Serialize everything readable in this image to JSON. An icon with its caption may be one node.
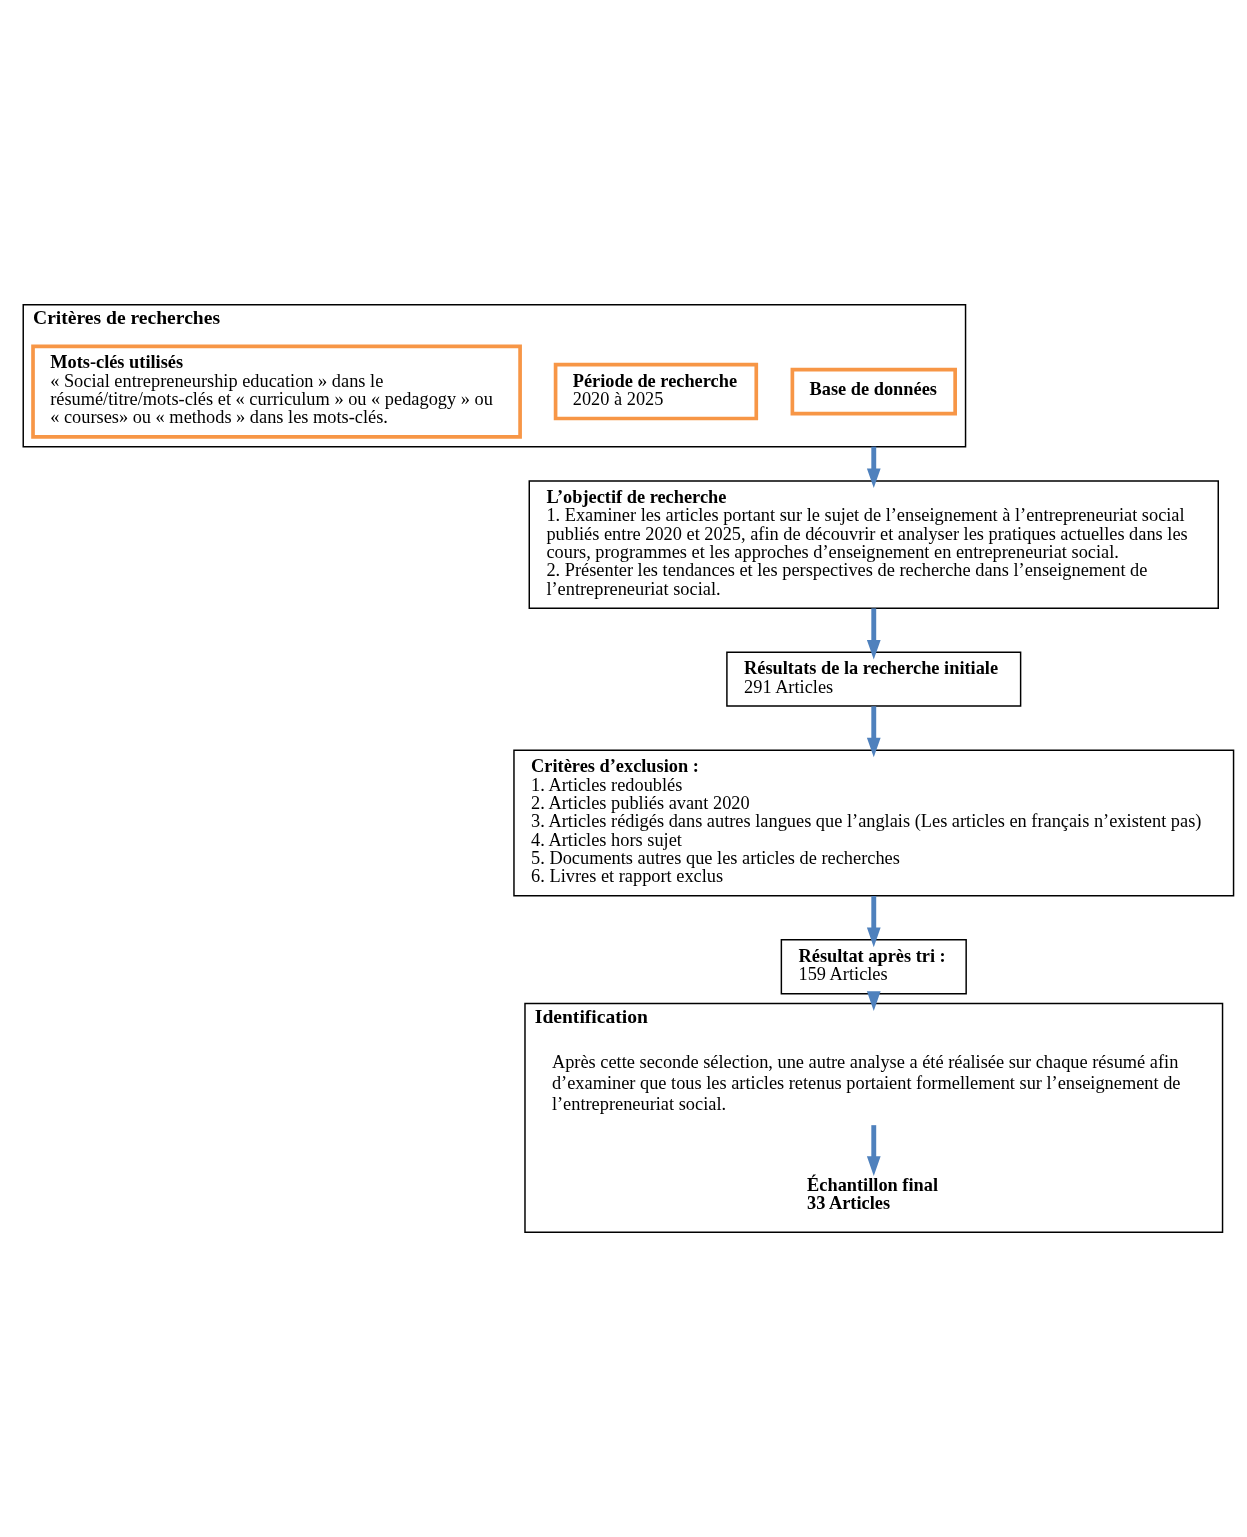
{
  "diagram": {
    "nodes": [
      {
        "text": [
          "Critères de recherches"
        ]
      },
      {
        "text": [
          "Base de données"
        ],
        "in": 0
      },
      {
        "text": [
          "Période de recherche",
          "2020 à 2025"
        ],
        "in": 0
      },
      {
        "text": [
          "Mots-clés utilisés",
          "« Social entrepreneurship education » dans le résumé/titre/mots-clés et « curriculum » ou « pedagogy » ou « courses» ou « methods » dans les mots-clés."
        ],
        "in": 0
      },
      {
        "text": [
          "L’objectif de recherche",
          "1. Examiner les articles portant sur le sujet de l’enseignement à l’entrepreneuriat social publiés entre 2020 et 2025, afin de découvrir et analyser les pratiques actuelles dans les cours, programmes et les approches d’enseignement en entrepreneuriat social.",
          "2. Présenter les tendances et les perspectives de recherche dans l’enseignement de l’entrepreneuriat social."
        ]
      },
      {
        "text": [
          "Résultats de la recherche initiale",
          "291 Articles"
        ]
      },
      {
        "text": [
          "Critères d’exclusion :",
          "1. Articles redoublés",
          "2. Articles publiés avant 2020",
          "3. Articles rédigés dans autres langues que l’anglais (Les articles en français n’existent pas)",
          "4. Articles hors sujet",
          "5. Documents autres que les articles de recherches",
          "6. Livres et rapport exclus"
        ]
      },
      {
        "text": [
          "Résultat après tri :",
          "159 Articles"
        ]
      },
      {
        "text": [
          "Identification"
        ]
      },
      {
        "text": [
          "Après cette seconde sélection, une autre analyse a été réalisée sur chaque résumé afin d’examiner que tous les articles retenus portaient formellement sur l’enseignement de l’entrepreneuriat social."
        ],
        "in": 8
      },
      {
        "text": [
          "Échantillon final",
          "33 Articles"
        ],
        "in": 8
      }
    ],
    "edges": [
      {
        "from": 0,
        "to": 4,
        "arrow": "to"
      },
      {
        "from": 4,
        "to": 5,
        "arrow": "to"
      },
      {
        "from": 5,
        "to": 6,
        "arrow": "to"
      },
      {
        "from": 6,
        "to": 7,
        "arrow": "to"
      },
      {
        "from": 7,
        "to": 8,
        "arrow": "to"
      },
      {
        "from": 9,
        "to": 10,
        "arrow": "to"
      }
    ]
  }
}
